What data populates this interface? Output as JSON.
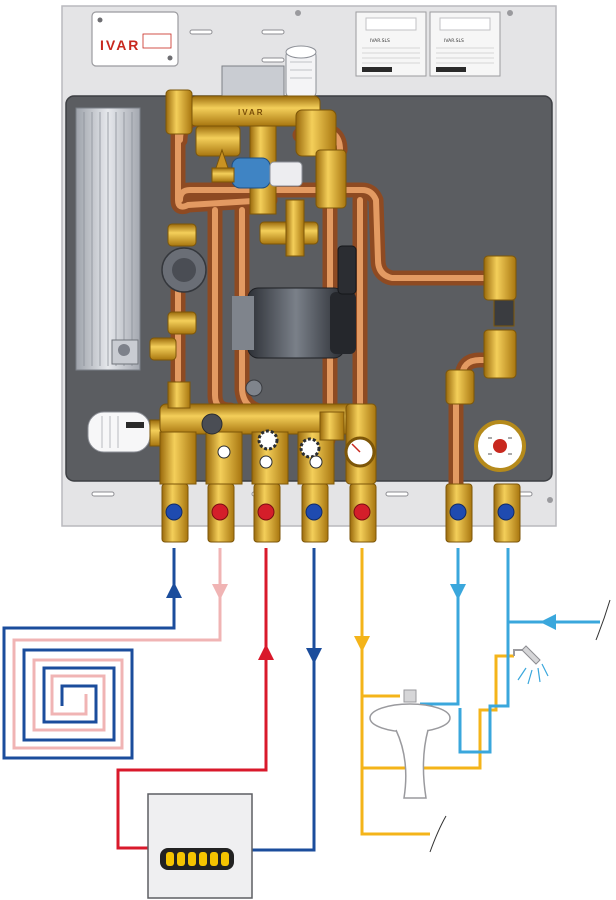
{
  "brand": {
    "logo_text": "IVAR",
    "logo_accent": "#c8281e"
  },
  "labels": {
    "pump_brand": "IVAR",
    "left_label_title": "IVAR.SLS",
    "right_label_title": "IVAR.SLS"
  },
  "colors": {
    "cabinet_frame": "#e4e4e6",
    "cabinet_back": "#5b5d61",
    "copper_pipe": "#c9773f",
    "brass": "#d9a62a",
    "hot_line": "#d9192b",
    "cold_line": "#1b4d9c",
    "return_pink": "#f0b4b4",
    "dhw_yellow": "#f4b41a",
    "cold_water_blue": "#3aa7dc"
  },
  "icons": {
    "floor_heating_coil": "spiral-coil-icon",
    "radiator": "radiator-icon",
    "washbasin": "washbasin-icon",
    "shower": "shower-head-icon",
    "thermostat": "thermostat-head-icon",
    "pump": "circulator-pump-icon",
    "gauge": "pressure-gauge-icon",
    "flow_arrow": "flow-arrow-icon"
  }
}
